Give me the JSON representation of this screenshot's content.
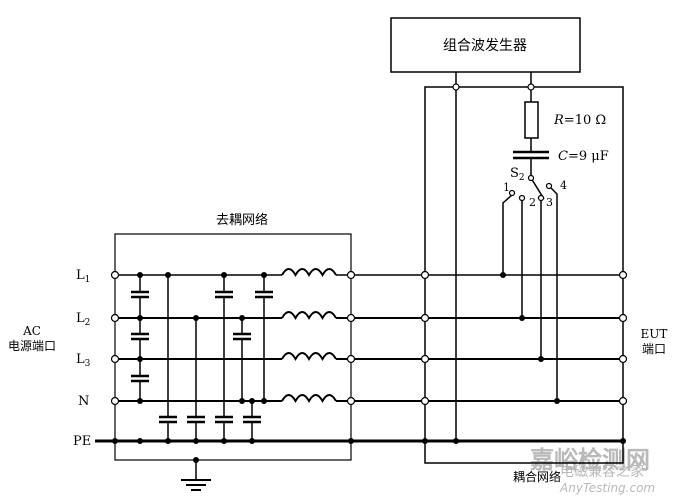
{
  "generator": {
    "label": "组合波发生器"
  },
  "decoupling": {
    "label": "去耦网络"
  },
  "coupling": {
    "label": "耦合网络"
  },
  "ac_port": {
    "line1": "AC",
    "line2": "电源端口"
  },
  "eut_port": {
    "line1": "EUT",
    "line2": "端口"
  },
  "lines": [
    {
      "id": "L1",
      "name": "L",
      "sub": "1"
    },
    {
      "id": "L2",
      "name": "L",
      "sub": "2"
    },
    {
      "id": "L3",
      "name": "L",
      "sub": "3"
    },
    {
      "id": "N",
      "name": "N",
      "sub": ""
    },
    {
      "id": "PE",
      "name": "PE",
      "sub": ""
    }
  ],
  "resistor": {
    "symbol": "R",
    "value": "=10 Ω"
  },
  "capacitor": {
    "symbol": "C",
    "value": "=9 μF"
  },
  "switch": {
    "name": "S",
    "sub": "2",
    "positions": [
      "1",
      "2",
      "3",
      "4"
    ]
  },
  "watermark": {
    "line1": "嘉峪检测网",
    "line2": "电磁兼容之家",
    "line3": "AnyTesting.com"
  }
}
